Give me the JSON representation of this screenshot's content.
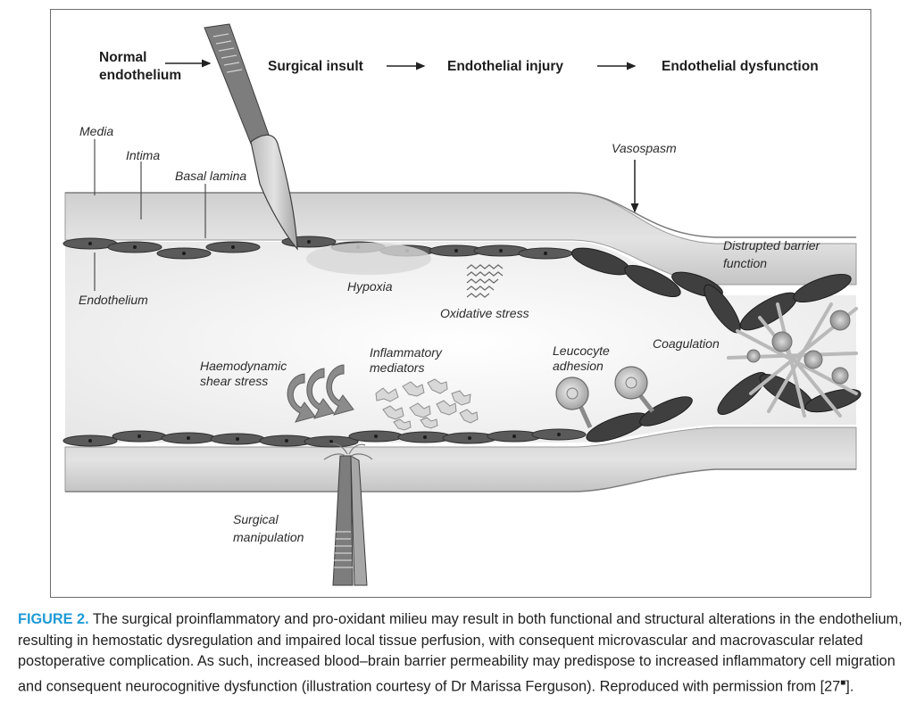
{
  "flow": {
    "normal_line1": "Normal",
    "normal_line2": "endothelium",
    "surgical_insult": "Surgical insult",
    "endothelial_injury": "Endothelial injury",
    "endothelial_dysfunction": "Endothelial dysfunction"
  },
  "layers": {
    "media": "Media",
    "intima": "Intima",
    "basal_lamina": "Basal lamina",
    "endothelium": "Endothelium"
  },
  "labels": {
    "vasospasm": "Vasospasm",
    "barrier_line1": "Distrupted barrier",
    "barrier_line2": "function",
    "hypoxia": "Hypoxia",
    "oxidative_stress": "Oxidative stress",
    "coagulation": "Coagulation",
    "haemodynamic_line1": "Haemodynamic",
    "haemodynamic_line2": "shear stress",
    "inflammatory_line1": "Inflammatory",
    "inflammatory_line2": "mediators",
    "leucocyte_line1": "Leucocyte",
    "leucocyte_line2": "adhesion",
    "surgical_manip_line1": "Surgical",
    "surgical_manip_line2": "manipulation"
  },
  "caption": {
    "figure_label": "FIGURE 2.",
    "text": " The surgical proinflammatory and pro-oxidant milieu may result in both functional and structural alterations in the endothelium, resulting in hemostatic dysregulation and impaired local tissue perfusion, with consequent microvascular and macrovascular related postoperative complication. As such, increased blood–brain barrier permeability may predispose to increased inflammatory cell migration and consequent neurocognitive dysfunction (illustration courtesy of Dr Marissa Ferguson). Reproduced with permission from [27",
    "ref_mark": "■",
    "tail": "]."
  }
}
